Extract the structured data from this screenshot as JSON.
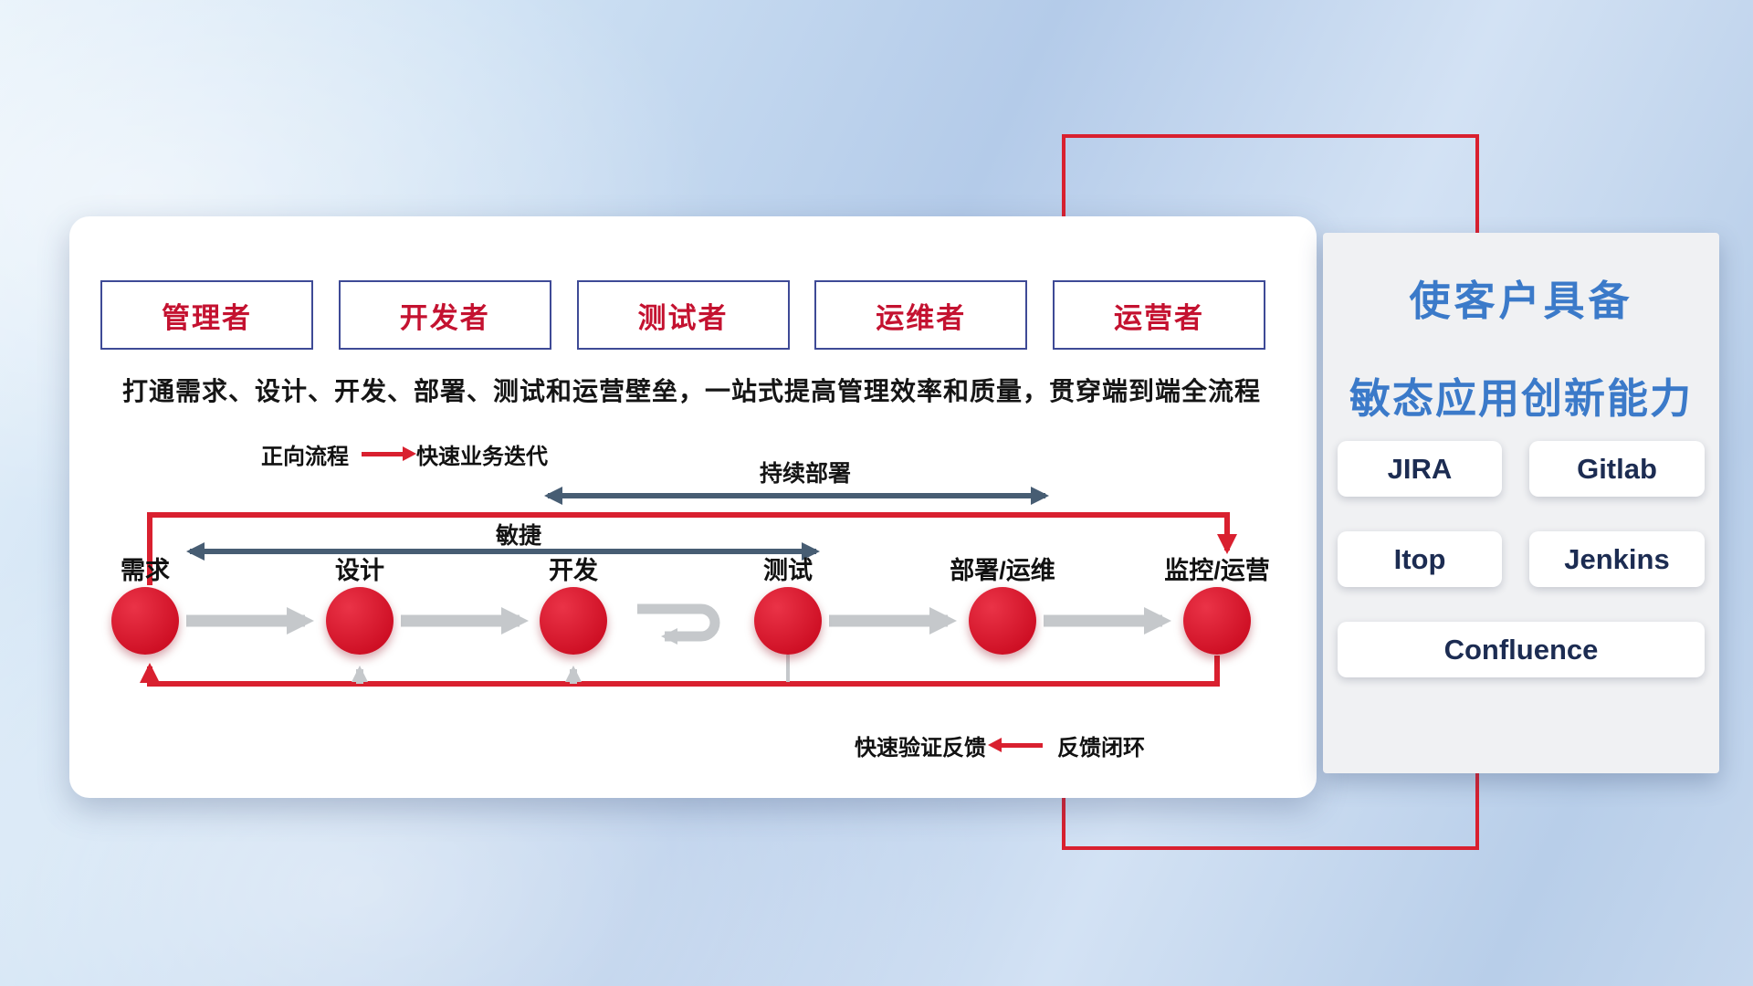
{
  "colors": {
    "accent_red": "#d9202f",
    "title_blue": "#3b7ac9",
    "navy_text": "#1c2c52",
    "role_text_red": "#c41230",
    "role_border": "#3e4a96",
    "dark_arrow": "#475d73",
    "gray_arrow": "#c5c8cb"
  },
  "main_panel": {
    "roles": [
      {
        "label": "管理者"
      },
      {
        "label": "开发者"
      },
      {
        "label": "测试者"
      },
      {
        "label": "运维者"
      },
      {
        "label": "运营者"
      }
    ],
    "description": "打通需求、设计、开发、部署、测试和运营壁垒，一站式提高管理效率和质量，贯穿端到端全流程",
    "forward_legend": {
      "label": "正向流程",
      "value": "快速业务迭代"
    },
    "span_arrows": {
      "continuous_deploy": "持续部署",
      "agile": "敏捷"
    },
    "nodes": [
      {
        "label": "需求"
      },
      {
        "label": "设计"
      },
      {
        "label": "开发"
      },
      {
        "label": "测试"
      },
      {
        "label": "部署/运维"
      },
      {
        "label": "监控/运营"
      }
    ],
    "feedback_legend": {
      "value": "快速验证反馈",
      "label": "反馈闭环"
    }
  },
  "right_panel": {
    "title_line1": "使客户具备",
    "title_line2": "敏态应用创新能力",
    "tools": [
      {
        "name": "JIRA"
      },
      {
        "name": "Gitlab"
      },
      {
        "name": "Itop"
      },
      {
        "name": "Jenkins"
      },
      {
        "name": "Confluence"
      }
    ]
  }
}
